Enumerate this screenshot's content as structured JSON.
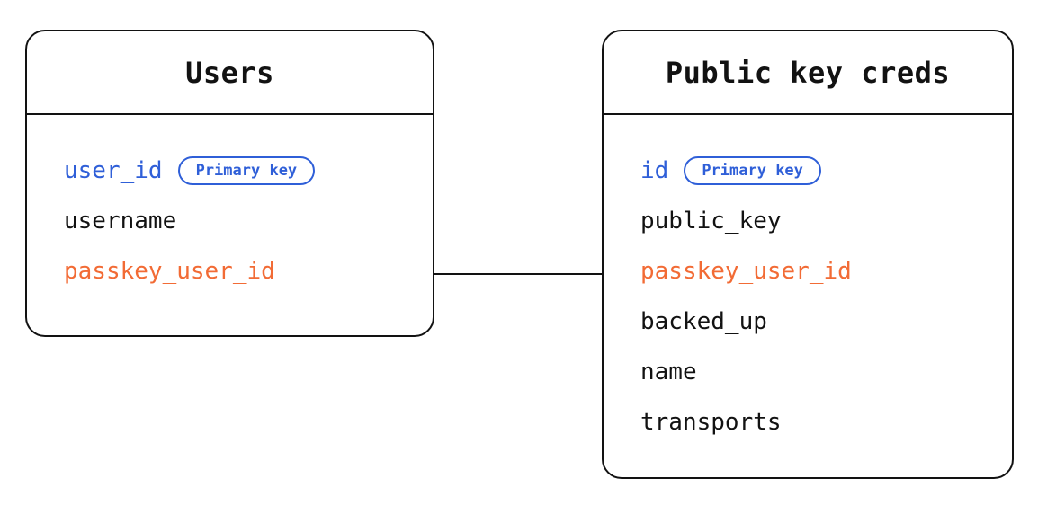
{
  "diagram": {
    "type": "entity-relationship-diagram",
    "background_color": "#ffffff",
    "colors": {
      "border": "#121212",
      "text": "#121212",
      "primary_key": "#2f5fd8",
      "foreign_key": "#f26b35",
      "badge_border": "#2f5fd8"
    },
    "entities": [
      {
        "id": "users",
        "title": "Users",
        "attributes": [
          {
            "name": "user_id",
            "role": "primary-key",
            "badge": "Primary key",
            "color": "#2f5fd8"
          },
          {
            "name": "username",
            "role": "plain",
            "badge": null,
            "color": "#121212"
          },
          {
            "name": "passkey_user_id",
            "role": "foreign-key",
            "badge": null,
            "color": "#f26b35"
          }
        ]
      },
      {
        "id": "public-key-creds",
        "title": "Public key creds",
        "attributes": [
          {
            "name": "id",
            "role": "primary-key",
            "badge": "Primary key",
            "color": "#2f5fd8"
          },
          {
            "name": "public_key",
            "role": "plain",
            "badge": null,
            "color": "#121212"
          },
          {
            "name": "passkey_user_id",
            "role": "foreign-key",
            "badge": null,
            "color": "#f26b35"
          },
          {
            "name": "backed_up",
            "role": "plain",
            "badge": null,
            "color": "#121212"
          },
          {
            "name": "name",
            "role": "plain",
            "badge": null,
            "color": "#121212"
          },
          {
            "name": "transports",
            "role": "plain",
            "badge": null,
            "color": "#121212"
          }
        ]
      }
    ],
    "relationships": [
      {
        "from_entity": "users",
        "from_attribute": "passkey_user_id",
        "to_entity": "public-key-creds",
        "to_attribute": "passkey_user_id",
        "style": "solid-line",
        "color": "#121212"
      }
    ]
  }
}
